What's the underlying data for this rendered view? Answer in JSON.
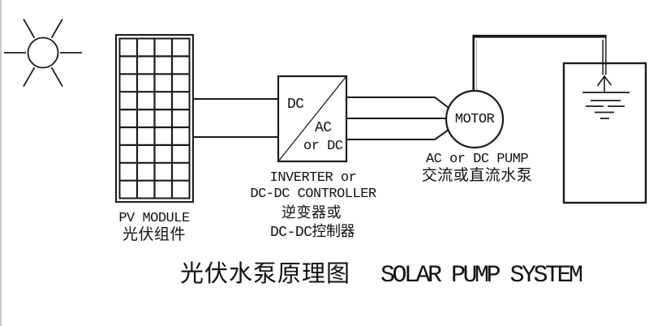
{
  "diagram_title": {
    "zh": "光伏水泵原理图",
    "en": "SOLAR PUMP SYSTEM"
  },
  "pv_module": {
    "label_en": "PV MODULE",
    "label_zh": "光伏组件"
  },
  "inverter": {
    "box_dc": "DC",
    "box_ac": "AC",
    "box_or_dc": "or DC",
    "caption": [
      "INVERTER or",
      "DC-DC CONTROLLER",
      "逆变器或",
      "DC-DC控制器"
    ]
  },
  "motor": {
    "label": "MOTOR"
  },
  "pump": {
    "label_en": "AC or DC PUMP",
    "label_zh": "交流或直流水泵"
  },
  "colors": {
    "line": "#1a1a1a",
    "background": "#ffffff",
    "edge_shadow": "#c9c9c9"
  }
}
